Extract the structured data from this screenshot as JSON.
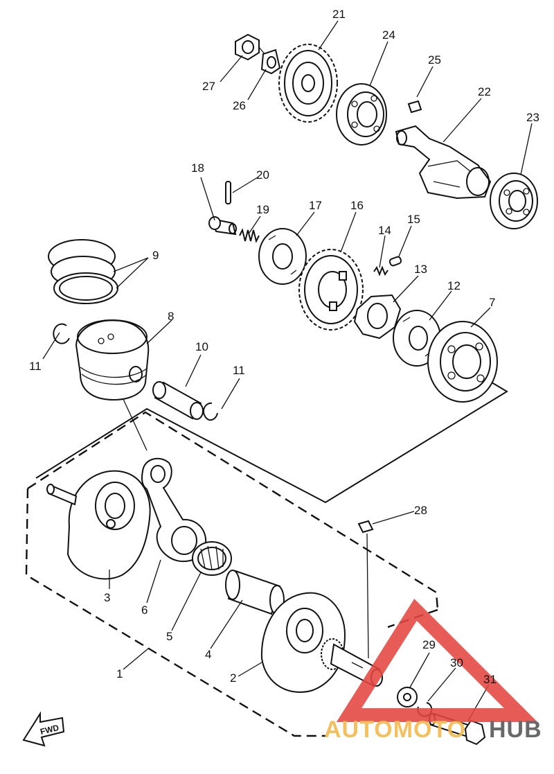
{
  "labels": [
    {
      "id": "1",
      "text": "1"
    },
    {
      "id": "2",
      "text": "2"
    },
    {
      "id": "3",
      "text": "3"
    },
    {
      "id": "4",
      "text": "4"
    },
    {
      "id": "5",
      "text": "5"
    },
    {
      "id": "6",
      "text": "6"
    },
    {
      "id": "7",
      "text": "7"
    },
    {
      "id": "8",
      "text": "8"
    },
    {
      "id": "9",
      "text": "9"
    },
    {
      "id": "10",
      "text": "10"
    },
    {
      "id": "11a",
      "text": "11"
    },
    {
      "id": "11b",
      "text": "11"
    },
    {
      "id": "12",
      "text": "12"
    },
    {
      "id": "13",
      "text": "13"
    },
    {
      "id": "14",
      "text": "14"
    },
    {
      "id": "15",
      "text": "15"
    },
    {
      "id": "16",
      "text": "16"
    },
    {
      "id": "17",
      "text": "17"
    },
    {
      "id": "18",
      "text": "18"
    },
    {
      "id": "19",
      "text": "19"
    },
    {
      "id": "20",
      "text": "20"
    },
    {
      "id": "21",
      "text": "21"
    },
    {
      "id": "22",
      "text": "22"
    },
    {
      "id": "23",
      "text": "23"
    },
    {
      "id": "24",
      "text": "24"
    },
    {
      "id": "25",
      "text": "25"
    },
    {
      "id": "26",
      "text": "26"
    },
    {
      "id": "27",
      "text": "27"
    },
    {
      "id": "28",
      "text": "28"
    },
    {
      "id": "29",
      "text": "29"
    },
    {
      "id": "30",
      "text": "30"
    },
    {
      "id": "31",
      "text": "31"
    }
  ],
  "fwd_mark": "FWD",
  "watermark": {
    "text_a": "AUTOMOTO",
    "text_b": "HUB",
    "colors": {
      "triangle": "#e4453f",
      "text_a": "#f2b84a",
      "text_b": "#555555"
    }
  }
}
